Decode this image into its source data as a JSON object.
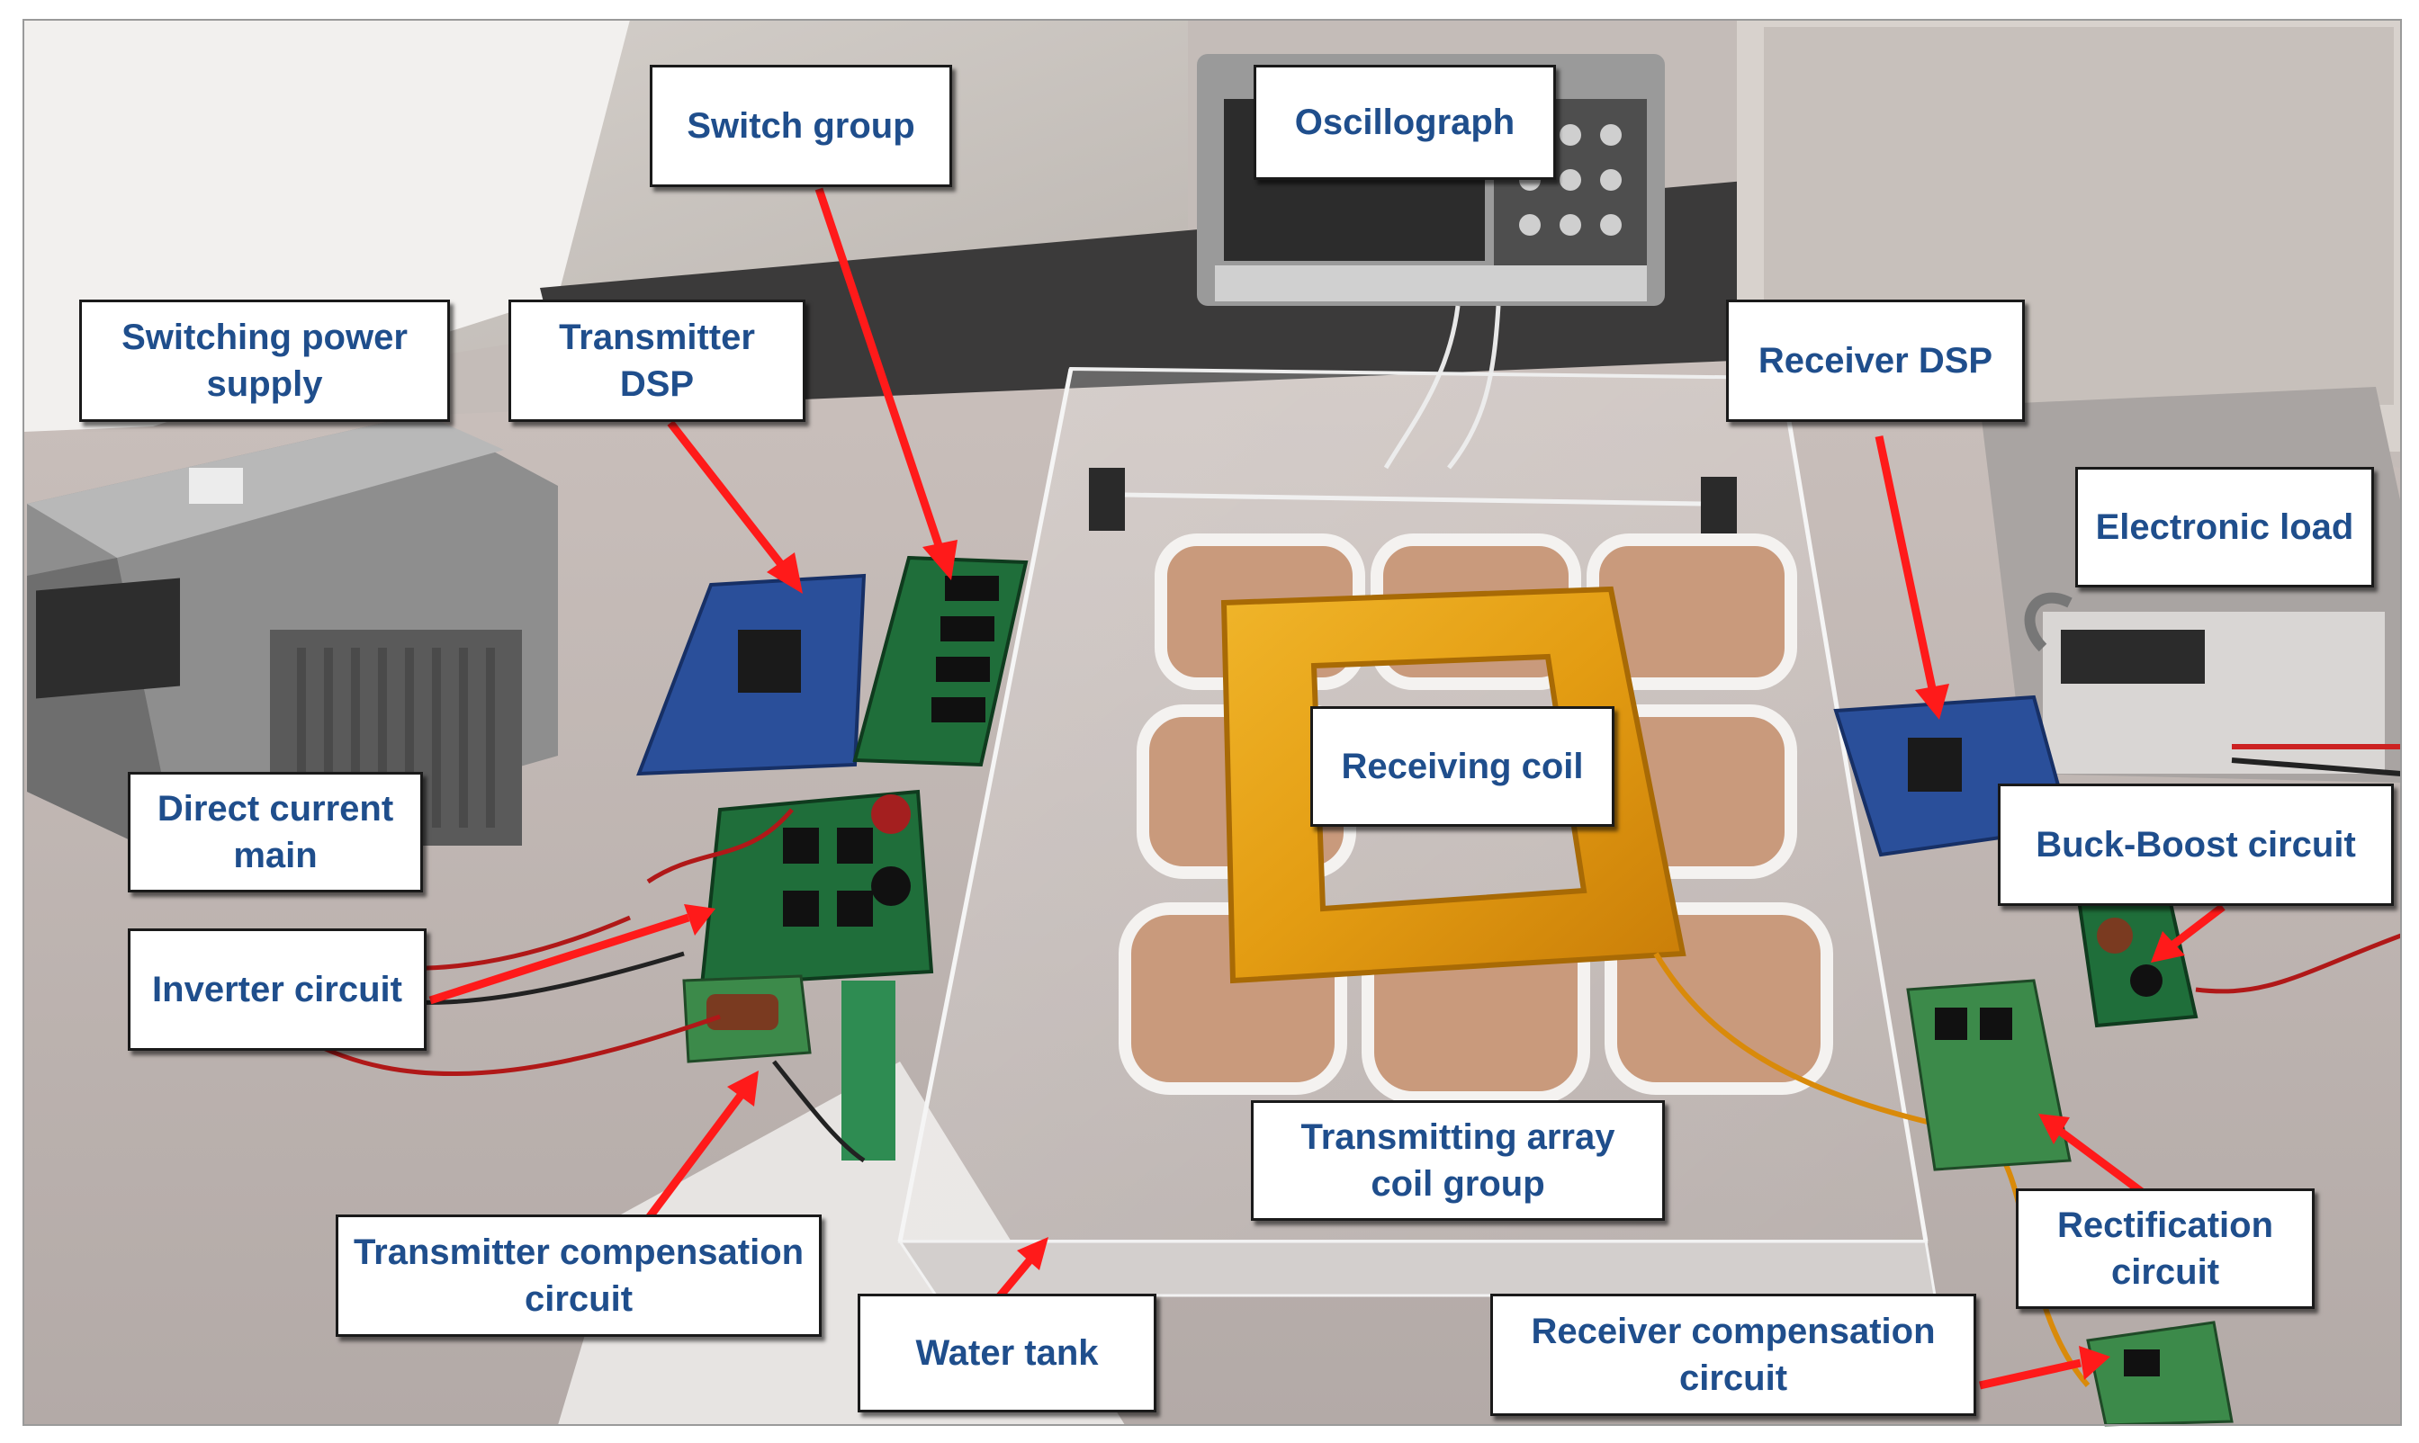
{
  "labels": {
    "switch_group": "Switch group",
    "oscillograph": "Oscillograph",
    "switching_power_supply": "Switching power\nsupply",
    "transmitter_dsp": "Transmitter\nDSP",
    "receiver_dsp": "Receiver DSP",
    "electronic_load": "Electronic load",
    "direct_current_main": "Direct current\nmain",
    "receiving_coil": "Receiving coil",
    "buck_boost_circuit": "Buck-Boost circuit",
    "inverter_circuit": "Inverter circuit",
    "transmitting_array_coil_group": "Transmitting array\ncoil group",
    "rectification_circuit": "Rectification\ncircuit",
    "transmitter_compensation_circuit": "Transmitter compensation\ncircuit",
    "water_tank": "Water tank",
    "receiver_compensation_circuit": "Receiver compensation\ncircuit"
  },
  "colors": {
    "label_text": "#1f4e8c",
    "arrow": "#ff1a1a",
    "box_border": "#1a1a1a",
    "receiving_coil": "#e6a21a",
    "pcb_green": "#1f6e3a",
    "pcb_blue": "#2a4f9a"
  }
}
